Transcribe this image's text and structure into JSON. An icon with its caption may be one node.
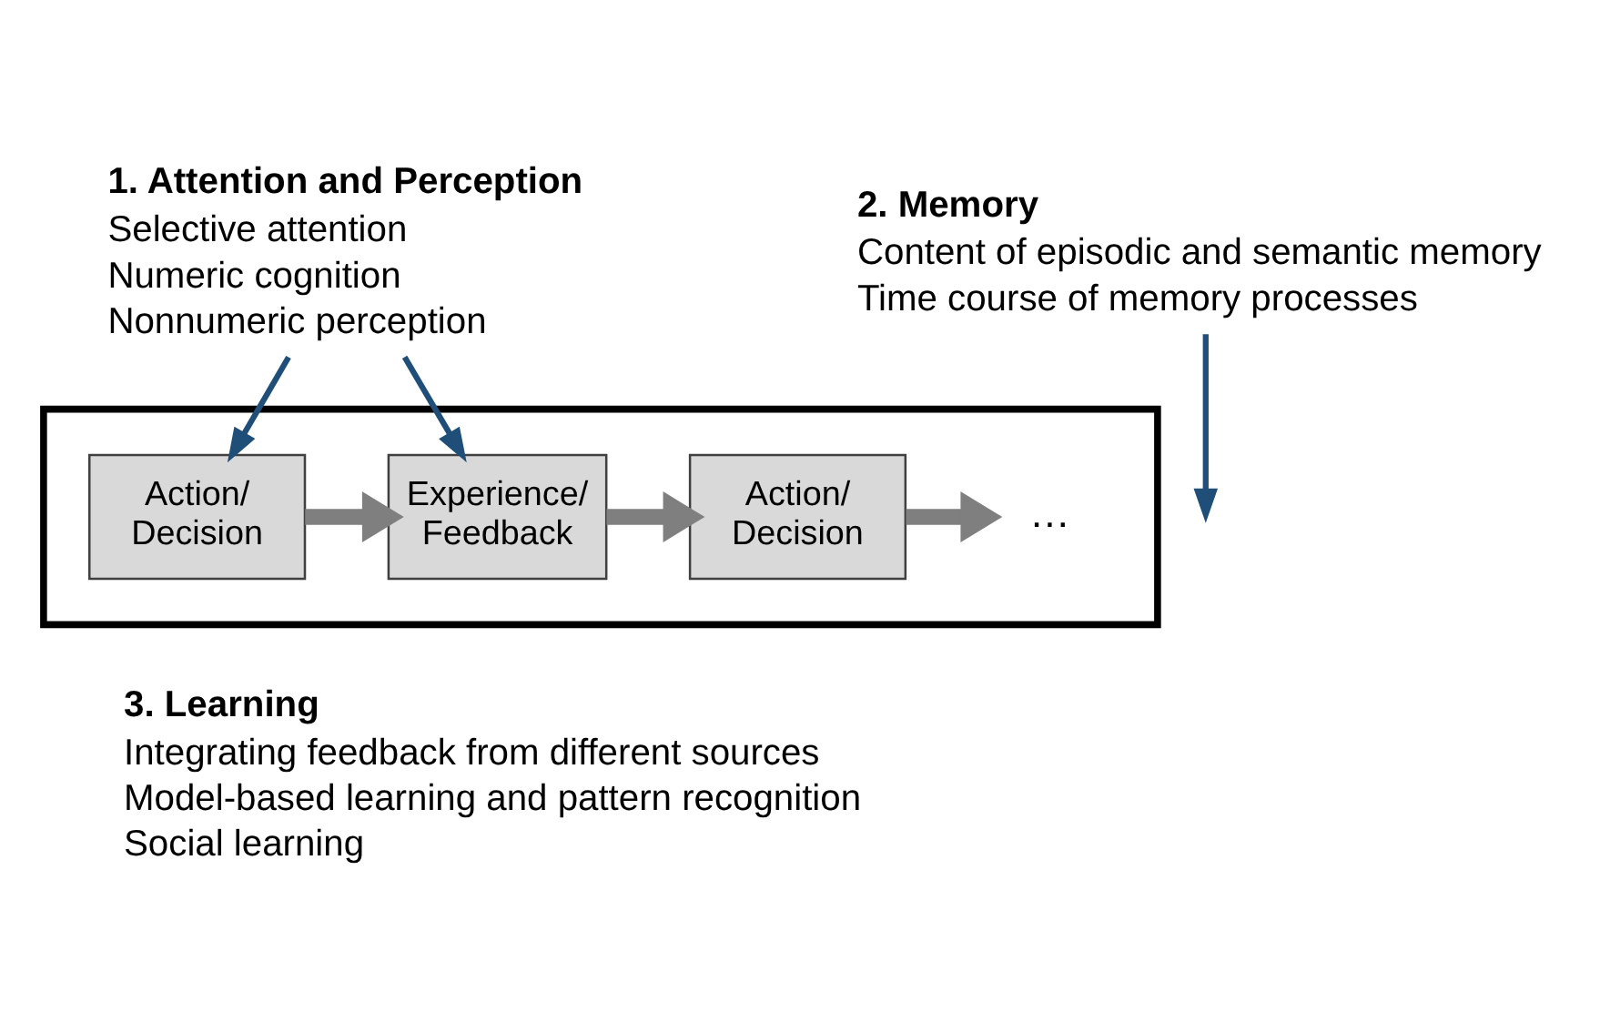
{
  "diagram": {
    "nodes": [
      {
        "text": [
          "1. Attention and Perception",
          "Selective attention",
          "Numeric cognition",
          "Nonnumeric perception"
        ]
      },
      {
        "text": [
          "2. Memory",
          "Content of episodic and semantic memory",
          "Time course of memory processes"
        ]
      },
      {
        "text": [],
        "shape": "box"
      },
      {
        "text": [
          "Action/ Decision"
        ],
        "in": 2
      },
      {
        "text": [
          "Experience/ Feedback"
        ],
        "in": 2
      },
      {
        "text": [
          "Action/ Decision"
        ],
        "in": 2
      },
      {
        "text": [
          "…"
        ],
        "in": 2
      }
    ],
    "edges": [
      {
        "from": 0,
        "to": 3,
        "arrow": "to",
        "color": "#1f4e79"
      },
      {
        "from": 0,
        "to": 4,
        "arrow": "to",
        "color": "#1f4e79"
      },
      {
        "from": 1,
        "to": null,
        "arrow": "to",
        "color": "#1f4e79"
      },
      {
        "from": 3,
        "to": 4,
        "arrow": "to",
        "style": "thick",
        "color": "#7f7f7f"
      },
      {
        "from": 4,
        "to": 5,
        "arrow": "to",
        "style": "thick",
        "color": "#7f7f7f"
      },
      {
        "from": 5,
        "to": 6,
        "arrow": "to",
        "style": "thick",
        "color": "#7f7f7f"
      }
    ],
    "labels": [
      "3. Learning",
      "Integrating feedback from different sources",
      "Model-based learning and pattern recognition",
      "Social learning"
    ]
  }
}
